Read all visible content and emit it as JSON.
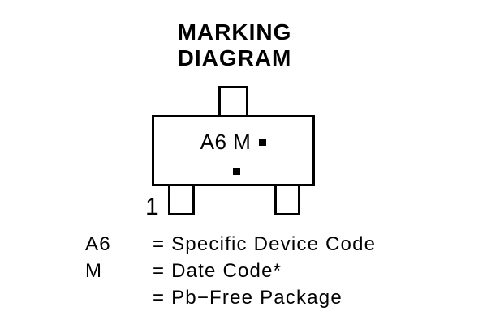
{
  "title": {
    "line1": "MARKING",
    "line2": "DIAGRAM"
  },
  "package": {
    "marking_code": "A6 M",
    "pin1_label": "1"
  },
  "icons": {
    "pb_free_dot": "black-square"
  },
  "legend": {
    "rows": [
      {
        "term": "A6",
        "definition": "= Specific Device Code"
      },
      {
        "term": "M",
        "definition": "= Date Code*"
      },
      {
        "term": "",
        "definition": "= Pb−Free Package"
      }
    ]
  },
  "colors": {
    "ink": "#000000",
    "background": "#ffffff"
  }
}
